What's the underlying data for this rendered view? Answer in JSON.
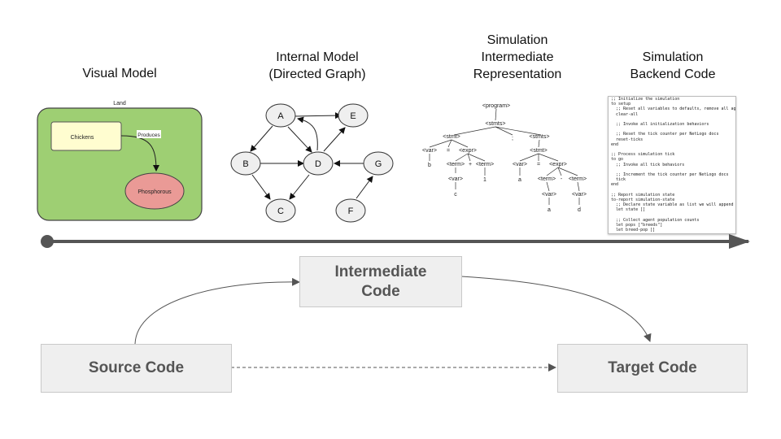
{
  "headings": {
    "visual_model": "Visual Model",
    "internal_model": "Internal Model\n(Directed Graph)",
    "simulation_ir": "Simulation\nIntermediate\nRepresentation",
    "simulation_backend": "Simulation\nBackend Code"
  },
  "visual_model": {
    "container_label": "Land",
    "chickens_label": "Chickens",
    "phosphorous_label": "Phosphorous",
    "edge_label": "Produces",
    "colors": {
      "land": "#9ecf73",
      "chickens": "#fffdd0",
      "phosphorous": "#ea9a96"
    }
  },
  "graph": {
    "nodes": [
      "A",
      "B",
      "C",
      "D",
      "E",
      "F",
      "G"
    ],
    "edges": [
      [
        "A",
        "E"
      ],
      [
        "A",
        "B"
      ],
      [
        "A",
        "D"
      ],
      [
        "D",
        "A"
      ],
      [
        "B",
        "D"
      ],
      [
        "B",
        "C"
      ],
      [
        "D",
        "C"
      ],
      [
        "D",
        "E"
      ],
      [
        "G",
        "D"
      ],
      [
        "F",
        "G"
      ]
    ]
  },
  "parse_tree": {
    "labels": [
      "<program>",
      "<stmts>",
      "<stmt>",
      ";",
      "<stmts>",
      "<var>",
      "=",
      "<expr>",
      "<stmt>",
      "b",
      "<term>",
      "+",
      "<term>",
      "<var>",
      "=",
      "<expr>",
      "<var>",
      "1",
      "a",
      "<term>",
      "-",
      "<term>",
      "c",
      "<var>",
      "<var>",
      "a",
      "d"
    ]
  },
  "backend_code": {
    "lines": [
      ";; Initialize the simulation",
      "to setup",
      "  ;; Reset all variables to defaults, remove all agents from sim",
      "  clear-all",
      "",
      "  ;; Invoke all initialization behaviors",
      "",
      "  ;; Reset the tick counter per NetLogo docs",
      "  reset-ticks",
      "end",
      "",
      ";; Process simulation tick",
      "to go",
      "  ;; Invoke all tick behaviors",
      "",
      "  ;; Increment the tick counter per NetLogo docs",
      "  tick",
      "end",
      "",
      ";; Report simulation state",
      "to-report simulation-state",
      "  ;; Declare state variable as list we will append to",
      "  let state []",
      "",
      "  ;; Collect agent population counts",
      "  let pops [\"breeds\"]",
      "  let breed-pop []"
    ]
  },
  "pipeline": {
    "intermediate": "Intermediate\nCode",
    "source": "Source Code",
    "target": "Target Code"
  }
}
